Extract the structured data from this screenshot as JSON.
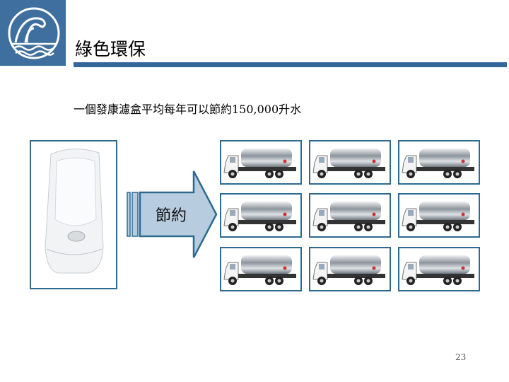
{
  "slide": {
    "title": "綠色環保",
    "subtitle": "一個發康濾盒平均每年可以節約150,000升水",
    "arrow_label": "節約",
    "page_number": "23"
  },
  "colors": {
    "accent": "#336699",
    "box_border": "#2e6a8e",
    "arrow_fill": "#b8cce0"
  },
  "truck_count": 9
}
